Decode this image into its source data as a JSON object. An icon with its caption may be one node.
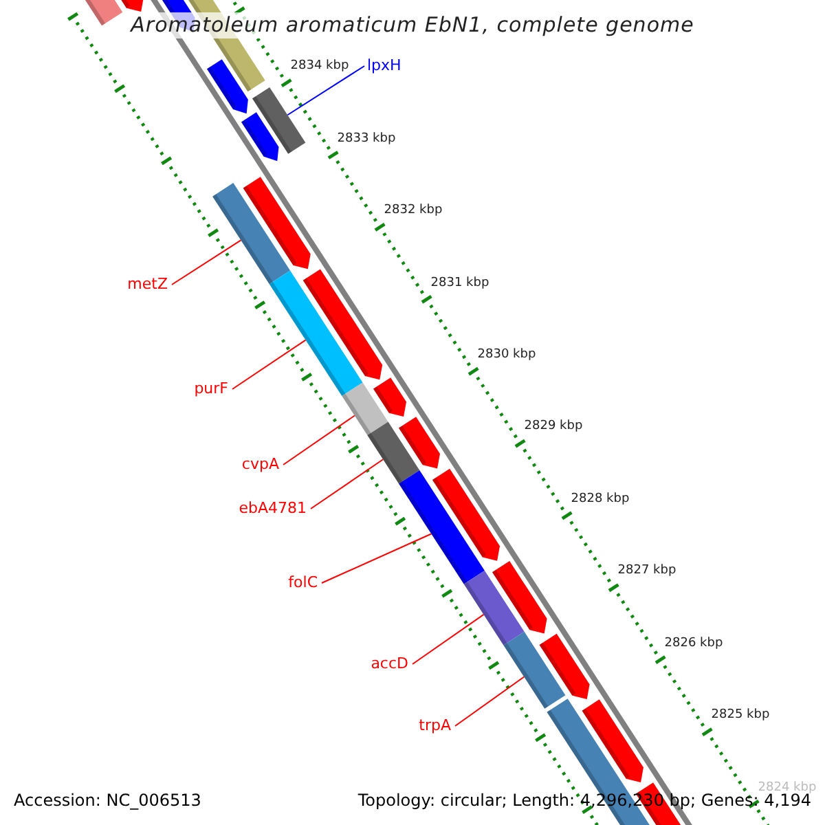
{
  "diagram": {
    "title": "Aromatoleum aromaticum EbN1, complete genome",
    "nodes": [
      {
        "text": [
          "lpxH"
        ]
      },
      {
        "text": [
          "metZ"
        ]
      },
      {
        "text": [
          "purF"
        ]
      },
      {
        "text": [
          "cvpA"
        ]
      },
      {
        "text": [
          "ebA4781"
        ]
      },
      {
        "text": [
          "folC"
        ]
      },
      {
        "text": [
          "accD"
        ]
      },
      {
        "text": [
          "trpA"
        ]
      },
      {
        "text": [],
        "shape": "bar"
      },
      {
        "text": [],
        "shape": "bar"
      },
      {
        "text": [],
        "shape": "bar"
      },
      {
        "text": [],
        "shape": "bar"
      },
      {
        "text": [],
        "shape": "bar"
      },
      {
        "text": [],
        "shape": "bar"
      },
      {
        "text": [],
        "shape": "bar"
      },
      {
        "text": [],
        "shape": "bar"
      }
    ],
    "edges": [
      {
        "from": 0,
        "to": 8,
        "arrow": "none",
        "color": "#0000ff"
      },
      {
        "from": 1,
        "to": 9,
        "arrow": "none"
      },
      {
        "from": 2,
        "to": 10,
        "arrow": "none"
      },
      {
        "from": 3,
        "to": 11,
        "arrow": "none"
      },
      {
        "from": 4,
        "to": 12,
        "arrow": "none"
      },
      {
        "from": 5,
        "to": 13,
        "arrow": "none"
      },
      {
        "from": 6,
        "to": 14,
        "arrow": "none"
      },
      {
        "from": 7,
        "to": 15,
        "arrow": "none"
      }
    ],
    "labels": [
      "2834 kbp",
      "2833 kbp",
      "2832 kbp",
      "2831 kbp",
      "2830 kbp",
      "2829 kbp",
      "2828 kbp",
      "2827 kbp",
      "2826 kbp",
      "2825 kbp",
      "2824 kbp",
      "Accession: NC_006513",
      "Topology: circular; Length: 4,296,230 bp; Genes: 4,194"
    ]
  }
}
